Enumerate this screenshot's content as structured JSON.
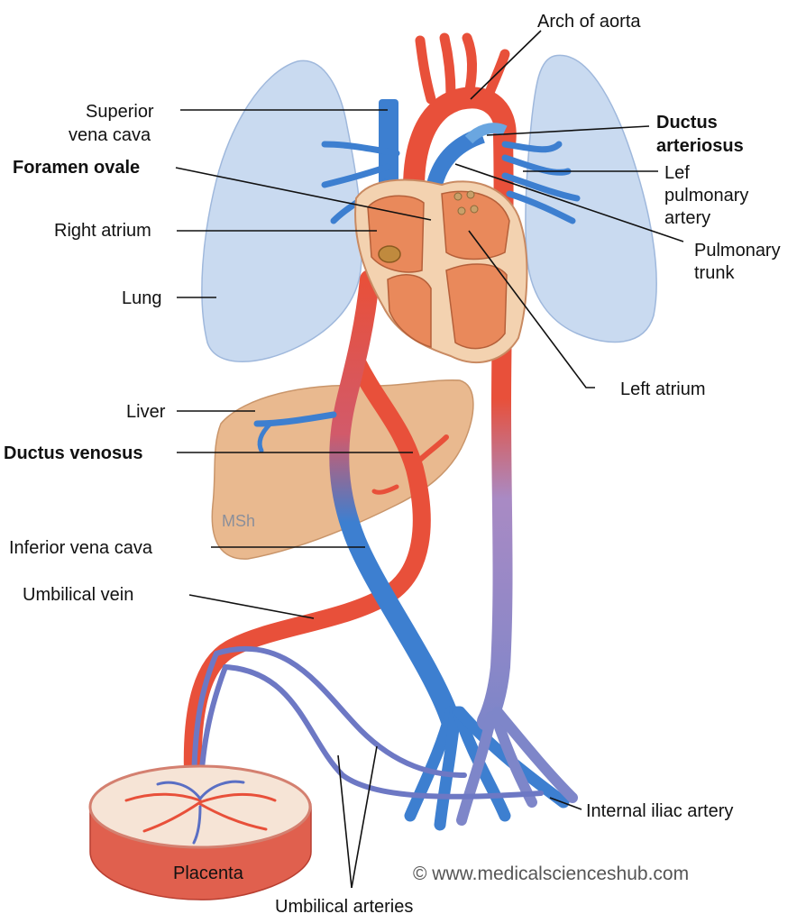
{
  "labels": {
    "arch_of_aorta": "Arch of aorta",
    "superior_vena_cava_1": "Superior",
    "superior_vena_cava_2": "vena cava",
    "ductus_arteriosus_1": "Ductus",
    "ductus_arteriosus_2": "arteriosus",
    "foramen_ovale": "Foramen ovale",
    "left_pulmonary_artery_1": "Lef",
    "left_pulmonary_artery_2": "pulmonary",
    "left_pulmonary_artery_3": "artery",
    "right_atrium": "Right atrium",
    "pulmonary_trunk_1": "Pulmonary",
    "pulmonary_trunk_2": "trunk",
    "lung": "Lung",
    "left_atrium": "Left atrium",
    "liver": "Liver",
    "ductus_venosus": "Ductus venosus",
    "inferior_vena_cava": "Inferior vena cava",
    "umbilical_vein": "Umbilical vein",
    "internal_iliac_artery": "Internal iliac artery",
    "placenta": "Placenta",
    "umbilical_arteries": "Umbilical arteries"
  },
  "watermark": "© www.medicalscienceshub.com",
  "artist_mark": "MSh",
  "colors": {
    "artery_red": "#e8503a",
    "vein_blue": "#3d7fd0",
    "mixed_purple": "#7e86c9",
    "lung_blue": "#c9daf0",
    "liver_tan": "#e9b98f",
    "heart_tan": "#f3d2b0",
    "placenta_red": "#e0604e"
  }
}
